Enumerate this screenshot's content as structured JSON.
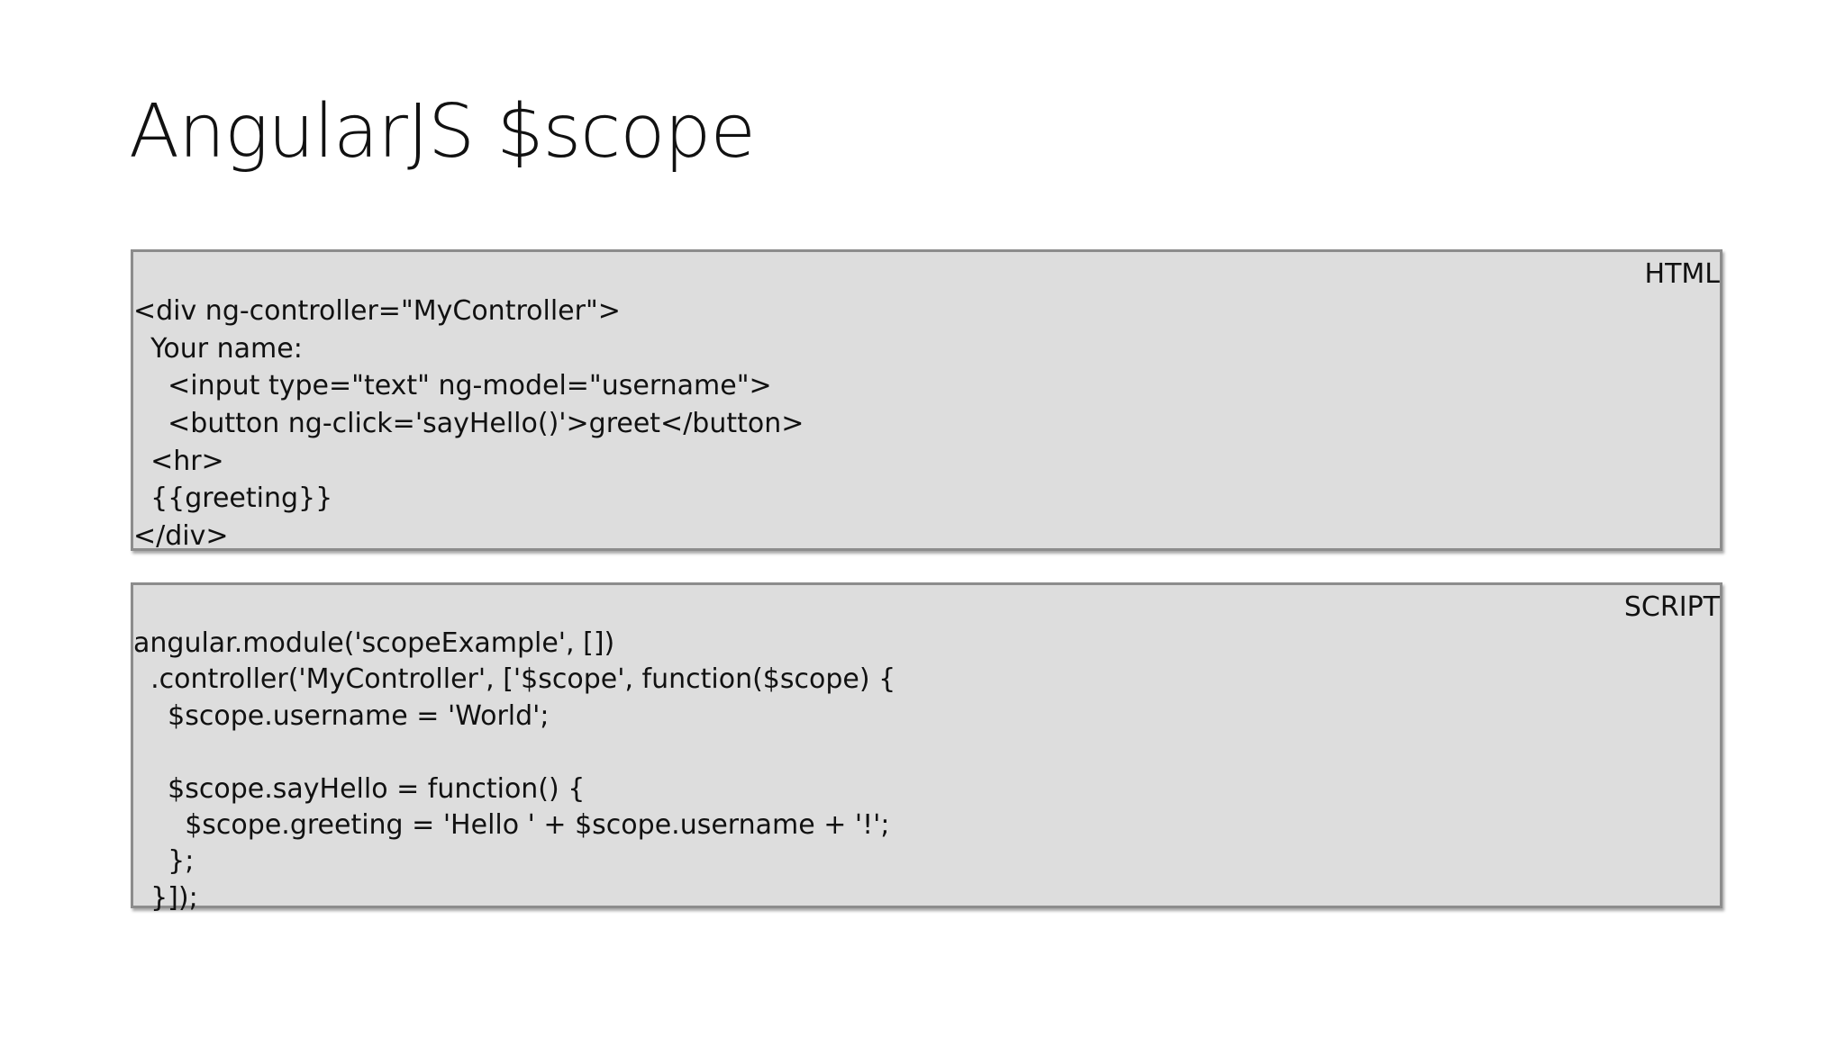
{
  "slide": {
    "title": "AngularJS $scope"
  },
  "html_box": {
    "label": "HTML",
    "lines": [
      "<div ng-controller=\"MyController\">",
      "  Your name:",
      "    <input type=\"text\" ng-model=\"username\">",
      "    <button ng-click='sayHello()'>greet</button>",
      "  <hr>",
      "  {{greeting}}",
      "</div>"
    ]
  },
  "script_box": {
    "label": "SCRIPT",
    "lines": [
      "angular.module('scopeExample', [])",
      "  .controller('MyController', ['$scope', function($scope) {",
      "    $scope.username = 'World';",
      "",
      "    $scope.sayHello = function() {",
      "      $scope.greeting = 'Hello ' + $scope.username + '!';",
      "    };",
      "  }]);"
    ]
  },
  "colors": {
    "box_fill": "#dddddd",
    "box_border": "#8c8c8c",
    "text": "#111111"
  }
}
